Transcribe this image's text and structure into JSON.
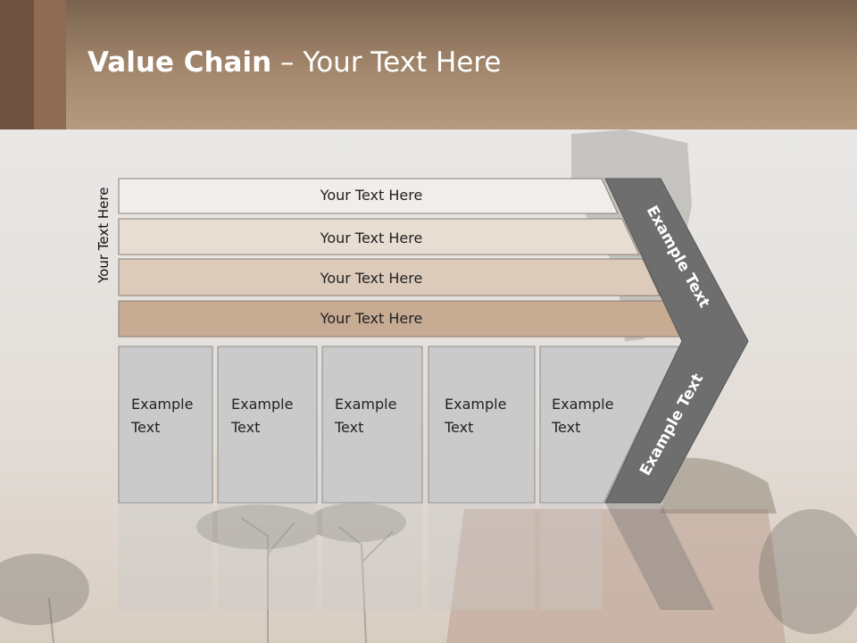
{
  "title": {
    "bold": "Value Chain",
    "rest": " – Your Text Here"
  },
  "side_label": "Your Text Here",
  "support_rows": [
    "Your Text Here",
    "Your Text Here",
    "Your Text Here",
    "Your Text Here"
  ],
  "primary_boxes": [
    [
      "Example",
      "Text"
    ],
    [
      "Example",
      "Text"
    ],
    [
      "Example",
      "Text"
    ],
    [
      "Example",
      "Text"
    ],
    [
      "Example",
      "Text"
    ]
  ],
  "chevron_labels": [
    "Example Text",
    "Example Text"
  ],
  "colors": {
    "row_fills": [
      "#f0edea",
      "#e7ddd3",
      "#dccbbb",
      "#c7ab93"
    ],
    "box_fill": "#cacaca",
    "chevron_fill": "#6e6e6e",
    "header": "#a4886d"
  }
}
